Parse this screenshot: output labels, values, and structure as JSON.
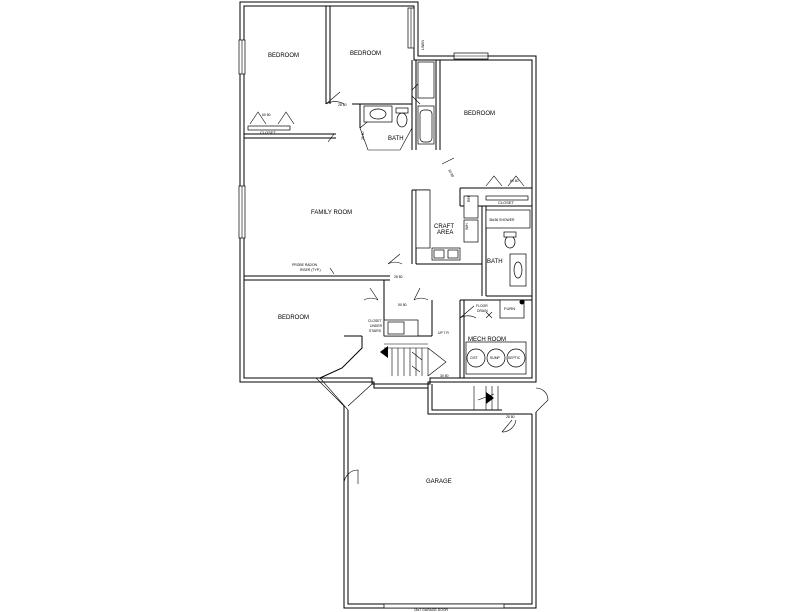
{
  "rooms": {
    "bedroom_nw": "BEDROOM",
    "bedroom_n": "BEDROOM",
    "bedroom_ne": "BEDROOM",
    "bedroom_sw": "BEDROOM",
    "family_room": "FAMILY ROOM",
    "bath_upper": "BATH",
    "bath_lower": "BATH",
    "craft_area_line1": "CRAFT",
    "craft_area_line2": "AREA",
    "mech_room": "MECH ROOM",
    "garage": "GARAGE"
  },
  "notes": {
    "closet_nw": "CLOSET",
    "closet_ne": "CLOSET",
    "closet_size_nw": "60 80",
    "closet_size_ne": "60 80",
    "door_28_80_a": "28 80",
    "door_28_80_b": "28 80",
    "door_28_80_c": "28 80",
    "door_26_80": "26 80",
    "door_30_80": "30 80",
    "door_50_80": "50 80",
    "door_30_80_b": "30 80",
    "linen": "LINEN",
    "radon_line1": "PROBE RADON",
    "radon_line2": "RISER (TYP.)",
    "floor_drain_line1": "FLOOR",
    "floor_drain_line2": "DRAIN",
    "furn": "FURN",
    "closet_under_1": "CLOSET",
    "closet_under_2": "UNDER",
    "closet_under_3": "STAIRS",
    "up_stairs": "UP 7 R",
    "shower": "36x36 SHOWER",
    "ref": "REF",
    "water_heater": "W/H",
    "tank_1": "CIST",
    "tank_2": "SUMP",
    "tank_3": "SEPTIC",
    "garage_door": "16x7 GARAGE DOOR"
  },
  "colors": {
    "line": "#000000",
    "background": "#ffffff"
  }
}
